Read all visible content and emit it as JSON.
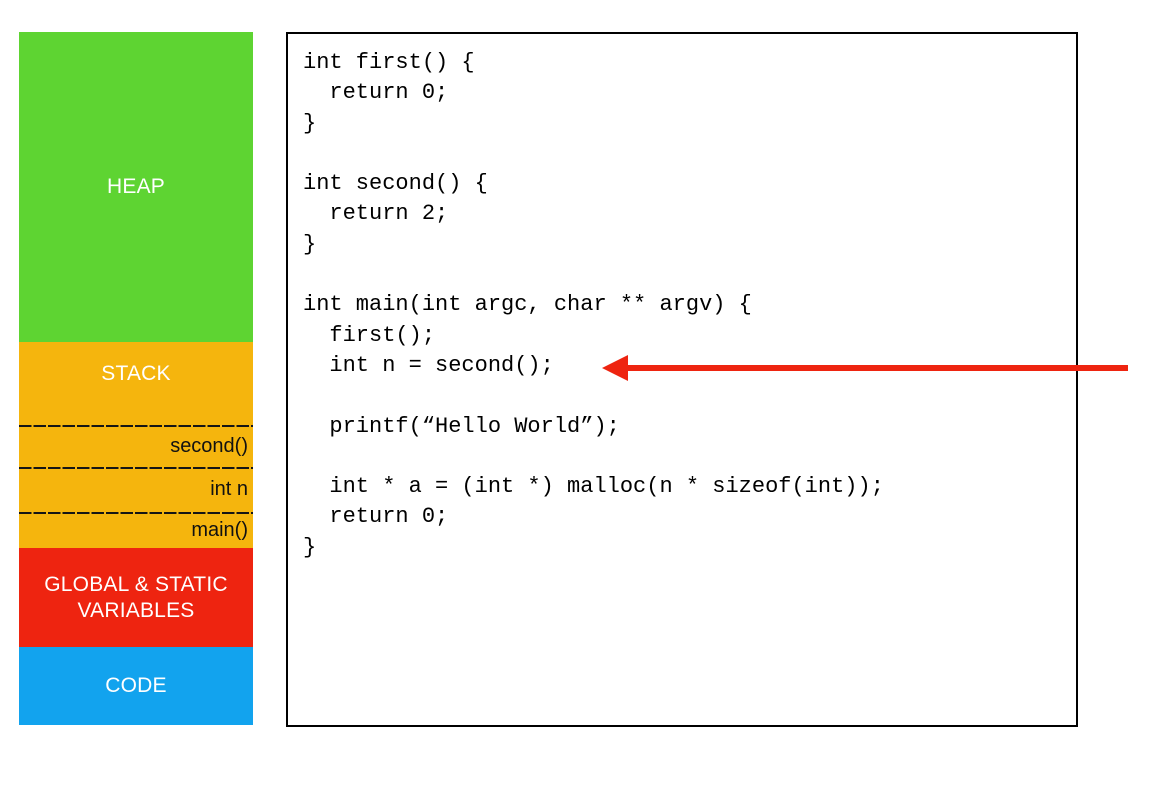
{
  "memory_diagram": {
    "blocks": [
      {
        "id": "heap",
        "label": "HEAP",
        "color": "#5ED432"
      },
      {
        "id": "stack",
        "label": "STACK",
        "color": "#F5B50D"
      },
      {
        "id": "globals",
        "label": "GLOBAL & STATIC VARIABLES",
        "color": "#EE2410"
      },
      {
        "id": "code",
        "label": "CODE",
        "color": "#12A3EE"
      }
    ],
    "stack_frames": [
      "second()",
      "int n",
      "main()"
    ]
  },
  "code_panel": {
    "lines": [
      "int first() {",
      "  return 0;",
      "}",
      "",
      "int second() {",
      "  return 2;",
      "}",
      "",
      "int main(int argc, char ** argv) {",
      "  first();",
      "  int n = second();",
      "",
      "  printf(“Hello World”);",
      "",
      "  int * a = (int *) malloc(n * sizeof(int));",
      "  return 0;",
      "}"
    ]
  },
  "annotation": {
    "arrow_color": "#EE2410",
    "points_to_line": "int n = second();"
  }
}
